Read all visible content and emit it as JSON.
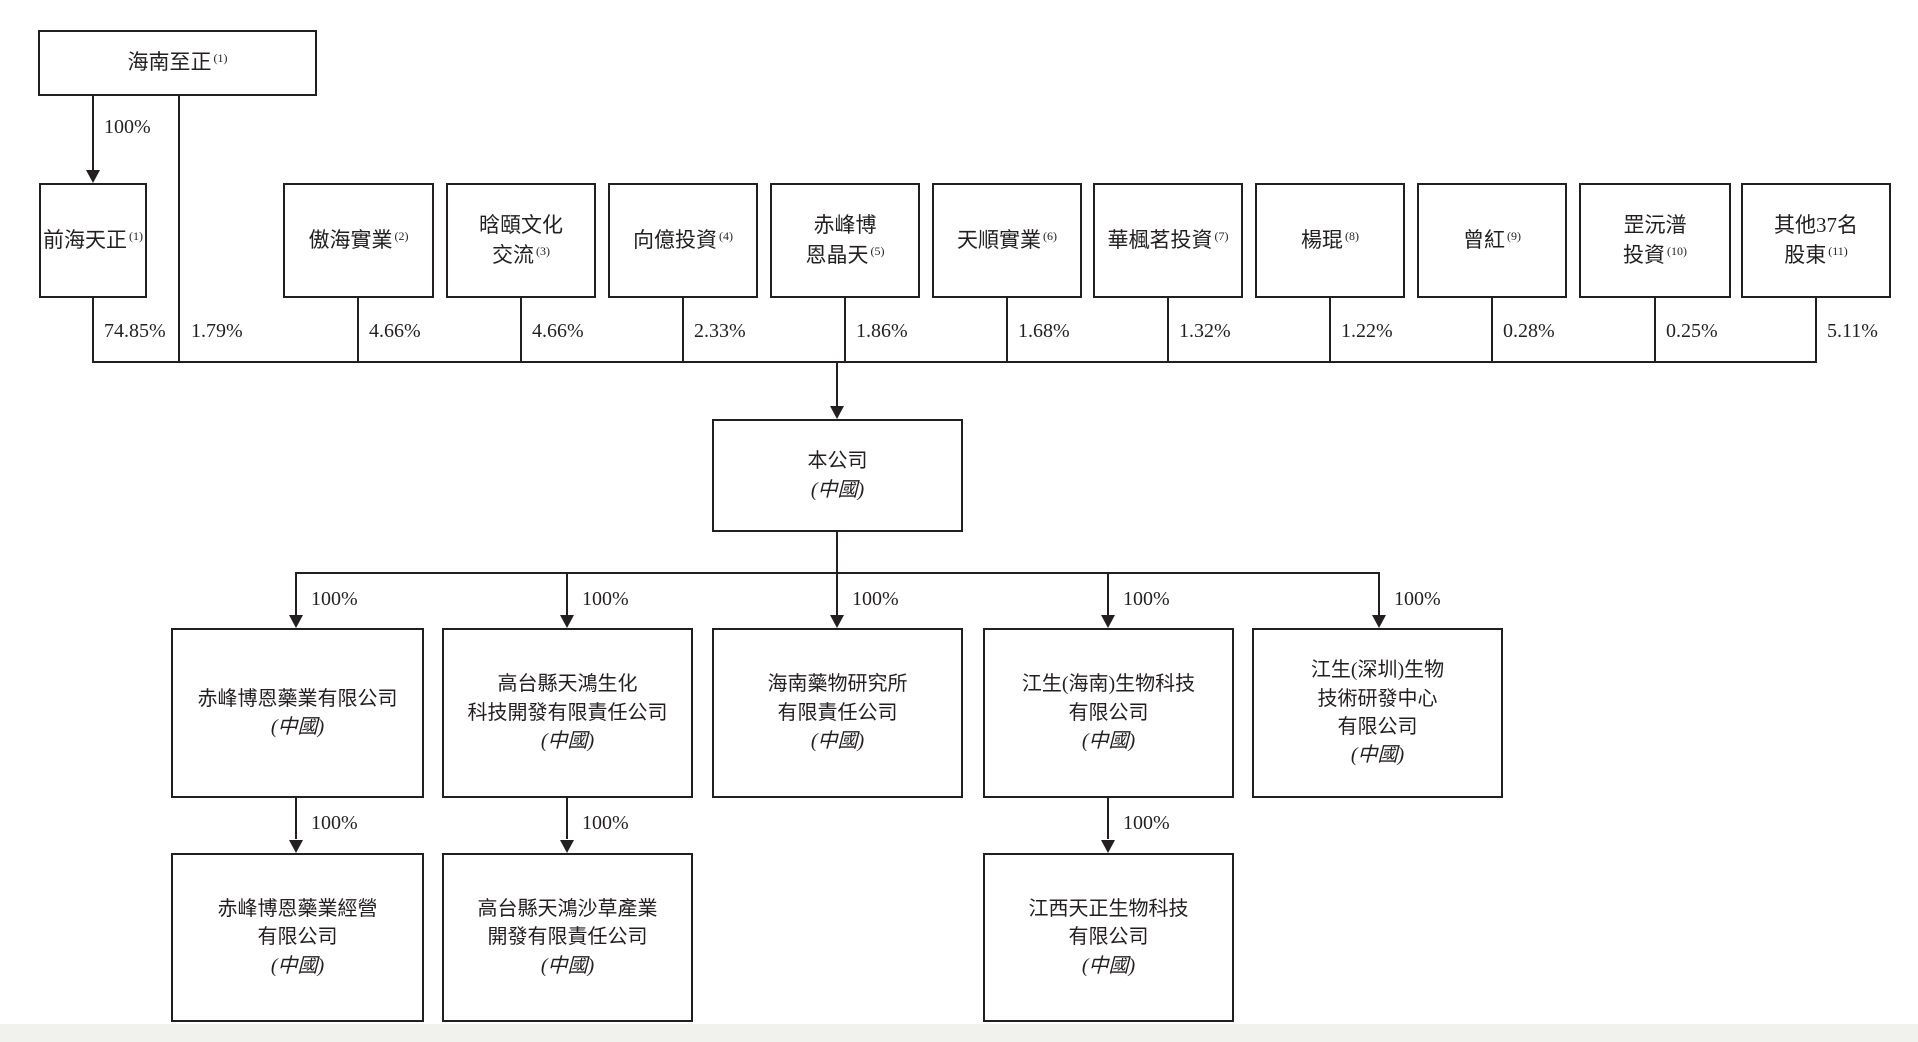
{
  "colors": {
    "ink": "#231f20",
    "paper": "#ffffff"
  },
  "nodes": {
    "hainan_zhizheng": {
      "line1": "海南至正",
      "sup1": "(1)"
    },
    "qianhai_tianzheng": {
      "line1": "前海天正",
      "sup1": "(1)"
    },
    "aohai_shiye": {
      "line1": "傲海實業",
      "sup1": "(2)"
    },
    "hanyi_wenhua": {
      "line1": "晗頤文化",
      "line2": "交流",
      "sup2": "(3)"
    },
    "xiangyi_touzi": {
      "line1": "向億投資",
      "sup1": "(4)"
    },
    "chifeng_boenjingtian": {
      "line1": "赤峰博",
      "line2": "恩晶天",
      "sup2": "(5)"
    },
    "tianshun_shiye": {
      "line1": "天順實業",
      "sup1": "(6)"
    },
    "huafengming_touzi": {
      "line1": "華楓茗投資",
      "sup1": "(7)"
    },
    "yang_kun": {
      "line1": "楊琨",
      "sup1": "(8)"
    },
    "zeng_hong": {
      "line1": "曾紅",
      "sup1": "(9)"
    },
    "gangyuanpu_touzi": {
      "line1": "罡沅潽",
      "line2": "投資",
      "sup2": "(10)"
    },
    "other_shareholders": {
      "line1": "其他37名",
      "line2": "股東",
      "sup2": "(11)"
    },
    "company": {
      "line1": "本公司",
      "note": "(中國)"
    },
    "chifeng_boen_pharma": {
      "line1": "赤峰博恩藥業有限公司",
      "note": "(中國)"
    },
    "gaotai_tianhong_biochem": {
      "line1": "高台縣天鴻生化",
      "line2": "科技開發有限責任公司",
      "note": "(中國)"
    },
    "hainan_pharma_institute": {
      "line1": "海南藥物研究所",
      "line2": "有限責任公司",
      "note": "(中國)"
    },
    "jiangsheng_hainan": {
      "line1": "江生(海南)生物科技",
      "line2": "有限公司",
      "note": "(中國)"
    },
    "jiangsheng_shenzhen": {
      "line1": "江生(深圳)生物",
      "line2": "技術研發中心",
      "line3": "有限公司",
      "note": "(中國)"
    },
    "chifeng_boen_operating": {
      "line1": "赤峰博恩藥業經營",
      "line2": "有限公司",
      "note": "(中國)"
    },
    "gaotai_tianhong_shacao": {
      "line1": "高台縣天鴻沙草產業",
      "line2": "開發有限責任公司",
      "note": "(中國)"
    },
    "jiangxi_tianzheng": {
      "line1": "江西天正生物科技",
      "line2": "有限公司",
      "note": "(中國)"
    }
  },
  "percentages": {
    "hz_to_qh": "100%",
    "qianhai": "74.85%",
    "hz_direct": "1.79%",
    "aohai": "4.66%",
    "hanyi": "4.66%",
    "xiangyi": "2.33%",
    "chifeng_jingtian": "1.86%",
    "tianshun": "1.68%",
    "huafengming": "1.32%",
    "yangkun": "1.22%",
    "zenghong": "0.28%",
    "gangyuanpu": "0.25%",
    "others": "5.11%",
    "sub1": "100%",
    "sub2": "100%",
    "sub3": "100%",
    "sub4": "100%",
    "sub5": "100%",
    "grand1": "100%",
    "grand2": "100%",
    "grand4": "100%"
  }
}
